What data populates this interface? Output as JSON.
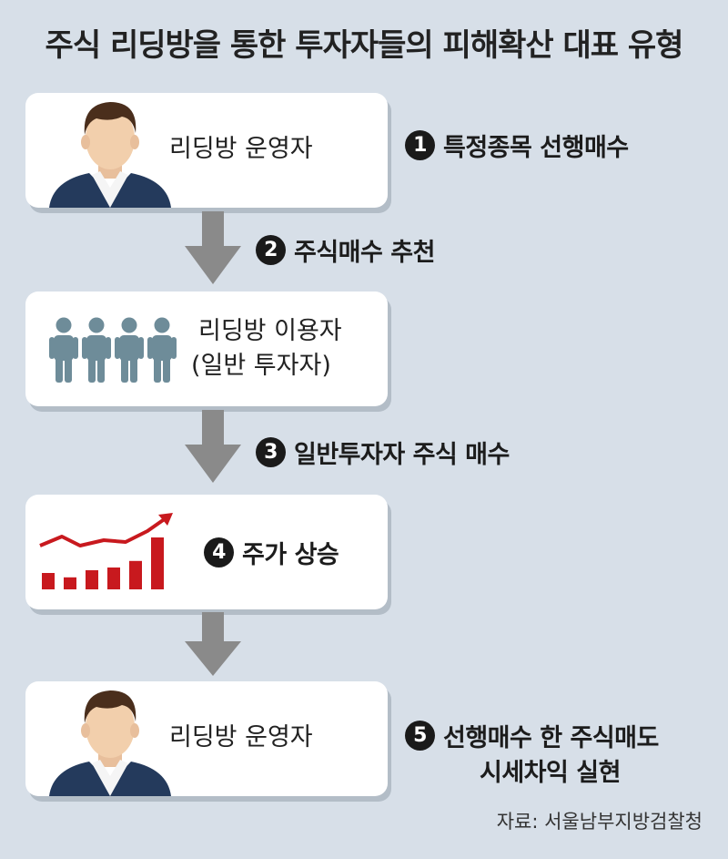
{
  "title": "주식 리딩방을 통한 투자자들의 피해확산 대표 유형",
  "nodes": {
    "operator_top": "리딩방 운영자",
    "users_line1": "리딩방 이용자",
    "users_line2": "(일반 투자자)",
    "price_rise": "주가 상승",
    "operator_bottom": "리딩방 운영자"
  },
  "steps": [
    {
      "number": "1",
      "label": "특정종목 선행매수"
    },
    {
      "number": "2",
      "label": "주식매수 추천"
    },
    {
      "number": "3",
      "label": "일반투자자 주식 매수"
    },
    {
      "number": "4",
      "label": "주가 상승"
    },
    {
      "number": "5",
      "label_line1": "선행매수 한 주식매도",
      "label_line2": "시세차익 실현"
    }
  ],
  "chart_icon_bars": [
    0.3,
    0.22,
    0.35,
    0.4,
    0.52,
    0.95
  ],
  "icons": [
    "man-avatar-icon",
    "people-group-icon",
    "rising-chart-icon",
    "down-arrow-icon"
  ],
  "colors": {
    "background": "#d7dfe8",
    "card": "#ffffff",
    "arrow": "#8a8a8a",
    "chart_red": "#c8191e",
    "people": "#6e8c99",
    "jacket": "#243a5c",
    "skin": "#f2cfac",
    "hair": "#4a2e1c"
  },
  "source": "자료: 서울남부지방검찰청"
}
